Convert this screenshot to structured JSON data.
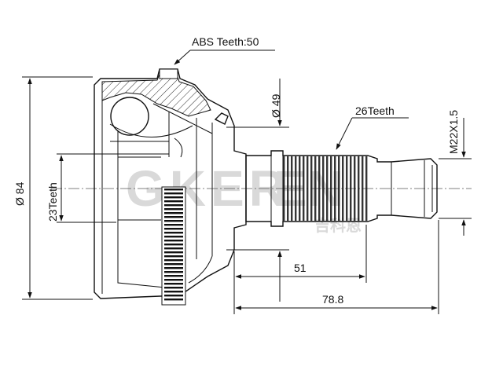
{
  "labels": {
    "abs_teeth": "ABS Teeth:50",
    "inner_teeth": "23Teeth",
    "outer_teeth": "26Teeth",
    "outer_diameter": "Ø 84",
    "shaft_diameter": "Ø 49",
    "thread": "M22X1.5",
    "spline_length": "51",
    "total_length": "78.8"
  },
  "watermark": {
    "brand": "GKER",
    "cn_text": "吉科恩"
  }
}
